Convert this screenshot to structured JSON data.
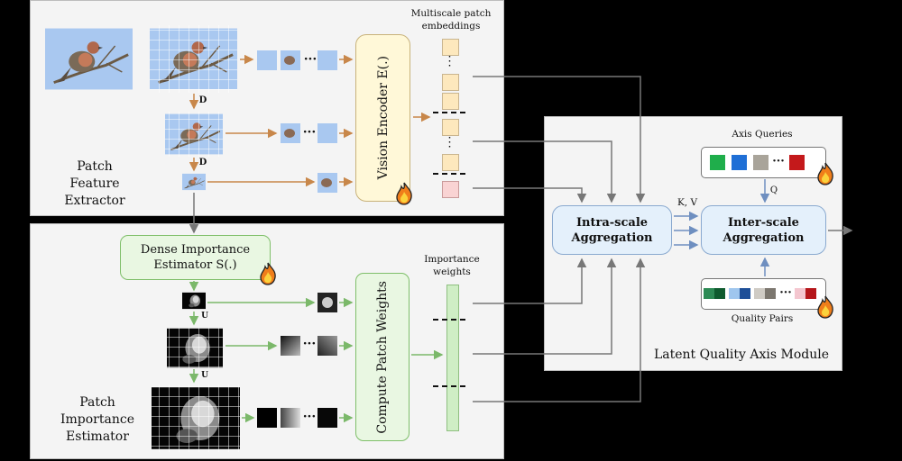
{
  "top_panel": {
    "title_lines": [
      "Patch",
      "Feature",
      "Extractor"
    ],
    "multiscale_label_lines": [
      "Multiscale patch",
      "embeddings"
    ],
    "encoder_label": "Vision Encoder E(.)",
    "downsample_1": "D",
    "downsample_2": "D",
    "dots": "···",
    "vdots": "⋮"
  },
  "bottom_panel": {
    "title_lines": [
      "Patch",
      "Importance",
      "Estimator"
    ],
    "dense_estimator_lines": [
      "Dense Importance",
      "Estimator S(.)"
    ],
    "compute_label": "Compute Patch Weights",
    "importance_label_lines": [
      "Importance",
      "weights"
    ],
    "upsample_1": "U",
    "upsample_2": "U",
    "dots": "···"
  },
  "right_panel": {
    "title": "Latent Quality Axis Module",
    "axis_queries_label": "Axis Queries",
    "quality_pairs_label": "Quality Pairs",
    "intra_lines": [
      "Intra-scale",
      "Aggregation"
    ],
    "inter_lines": [
      "Inter-scale",
      "Aggregation"
    ],
    "kv_label": "K, V",
    "q_label": "Q",
    "dots": "···"
  },
  "colors": {
    "orange_arrow": "#c8874a",
    "green_arrow": "#7bb86a",
    "gray_arrow": "#777777",
    "blue_arrow": "#6f8fc0",
    "patch_blue": "#a9c8f0",
    "embed_yellow": "#fde8bd",
    "embed_pink": "#f9d3d3",
    "weight_green": "#cfeec5",
    "query_colors": [
      "#1fae4b",
      "#1f6fd6",
      "#a9a49a",
      "#c4191b"
    ],
    "pair_colors": [
      [
        "#2d8a55",
        "#0f5b2f"
      ],
      [
        "#9fc6ee",
        "#1e4f98"
      ],
      [
        "#cfcbc4",
        "#7c776f"
      ],
      [
        "#f4c6cf",
        "#b5151a"
      ]
    ]
  },
  "icons": [
    "fire-icon",
    "bird-image",
    "importance-map-image"
  ]
}
